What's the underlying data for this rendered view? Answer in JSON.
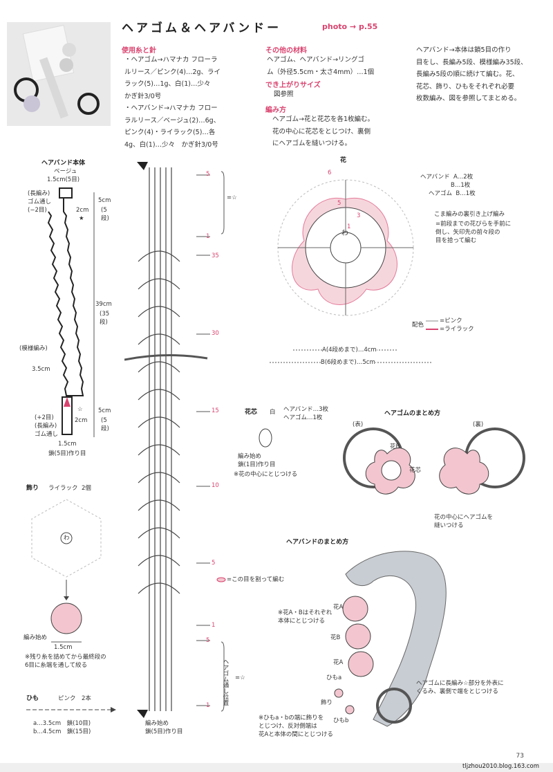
{
  "title": "ヘアゴム＆ヘアバンドー",
  "photo_ref": "photo → p.55",
  "materials": {
    "heading": "使用糸と針",
    "lines": [
      "・ヘアゴム→ハマナカ フローラ",
      "ルリース／ピンク(4)…2g、ライ",
      "ラック(5)…1g、白(1)…少々",
      "かぎ針3/0号",
      "・ヘアバンド→ハマナカ フロー",
      "ラルリース／ベージュ(2)…6g、",
      "ピンク(4)・ライラック(5)…各",
      "4g、白(1)…少々　かぎ針3/0号"
    ]
  },
  "other_materials": {
    "heading": "その他の材料",
    "lines": [
      "ヘアゴム、ヘアバンド→リングゴ",
      "ム（外径5.5cm・太さ4mm）…1個"
    ]
  },
  "finished_size": {
    "heading": "でき上がりサイズ",
    "text": "図参照"
  },
  "method": {
    "heading": "編み方",
    "lines": [
      "ヘアゴム→花と花芯を各1枚編む。",
      "花の中心に花芯をとじつけ、裏側",
      "にヘアゴムを縫いつける。"
    ]
  },
  "method_right": {
    "lines": [
      "ヘアバンド→本体は鎖5目の作り",
      "目をし、長編み5段、模様編み35段、",
      "長編み5段の順に続けて編む。花、",
      "花芯、飾り、ひもをそれぞれ必要",
      "枚数編み、図を参照してまとめる。"
    ]
  },
  "body_diagram": {
    "title": "ヘアバンド本体",
    "subtitle": "ベージュ",
    "top_width": "1.5cm(5目)",
    "top_left_note": "(長編み)\nゴム通し\n(−2目)",
    "width_2cm_top": "2cm",
    "star_black": "★",
    "length_top": "5cm",
    "rows_top": "(5\n段)",
    "length_mid": "39cm",
    "rows_mid": "(35\n段)",
    "pattern_note": "(模様編み)",
    "width_3_5": "3.5cm",
    "bottom_left_note": "(+2目)\n(長編み)\nゴム通し",
    "star_white": "☆",
    "width_2cm_bottom": "2cm",
    "length_bottom": "5cm",
    "rows_bottom": "(5\n段)",
    "bottom_width": "1.5cm",
    "bottom_note": "鎖(5目)作り目"
  },
  "chart": {
    "row_markers": [
      "5",
      "1",
      "35",
      "30",
      "15",
      "10",
      "5",
      "1",
      "5",
      "1"
    ],
    "eq_star_top": "=☆",
    "eq_star_bottom": "=☆",
    "rubber_note": "ヘアゴム通し位置",
    "split_note": "=この目を割って編む",
    "start_note": "編み始め\n鎖(5目)作り目"
  },
  "flower": {
    "title": "花",
    "center": "わ",
    "legend_rows": [
      "ヘアバンド  A…2枚",
      "B…1枚",
      "ヘアゴム  B…1枚"
    ],
    "note1": "こま編みの裏引き上げ編み",
    "note2": "=前段までの花びらを手前に\n倒し、矢印先の前々段の\n目を拾って編む",
    "color_label": "配色",
    "color_pink": "=ピンク",
    "color_lilac": "=ライラック",
    "dim_a": "A(4段めまで)…4cm",
    "dim_b": "B(6段めまで)…5cm",
    "row_labels": [
      "6",
      "5",
      "3",
      "1"
    ]
  },
  "core": {
    "title": "花芯",
    "color": "白",
    "counts": [
      "ヘアバンド…3枚",
      "ヘアゴム…1枚"
    ],
    "start": "編み始め\n鎖(1目)作り目",
    "note": "※花の中心にとじつける"
  },
  "rubber_assembly": {
    "title": "ヘアゴムのまとめ方",
    "front": "(表)",
    "back": "(裏)",
    "label_b": "花B",
    "label_core": "花芯",
    "note": "花の中心にヘアゴムを\n縫いつける"
  },
  "decoration": {
    "title": "飾り",
    "color": "ライラック",
    "count": "2個",
    "center": "わ",
    "start": "編み始め",
    "width": "1.5cm",
    "note": "※残り糸を詰めてから最終段の\n6目に糸端を通して絞る"
  },
  "string": {
    "title": "ひも",
    "color": "ピンク",
    "count": "2本",
    "a": "a…3.5cm　鎖(10目)",
    "b": "b…4.5cm　鎖(15目)"
  },
  "band_assembly": {
    "title": "ヘアバンドのまとめ方",
    "note1": "※花A・Bはそれぞれ\n本体にとじつける",
    "labels": [
      "花A",
      "花B",
      "花A",
      "ひもa",
      "飾り",
      "ひもb"
    ],
    "note2": "ヘアゴムに長編み☆部分を外表に\nくるみ、裏側で端をとじつける",
    "note3": "※ひもa・bの端に飾りを\nとじつけ、反対側端は\n花Aと本体の間にとじつける"
  },
  "page_number": "73",
  "footer_url": "tljzhou2010.blog.163.com",
  "colors": {
    "accent": "#d9436f",
    "pink": "#f3c6cf",
    "gray": "#c8cdd3"
  }
}
